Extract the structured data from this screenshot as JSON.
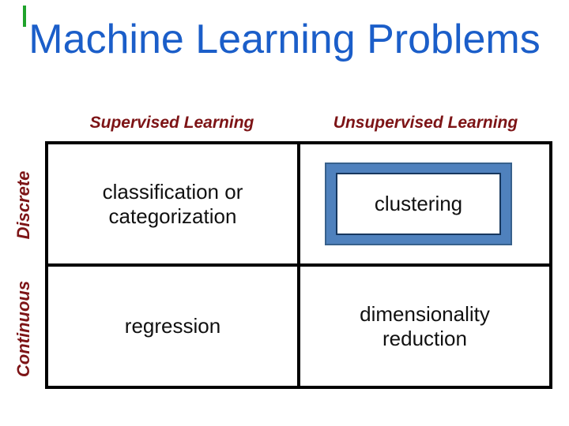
{
  "slide": {
    "title": "Machine Learning Problems",
    "column_headers": [
      "Supervised Learning",
      "Unsupervised Learning"
    ],
    "row_labels": [
      "Discrete",
      "Continuous"
    ],
    "cells": {
      "discrete_supervised": "classification or categorization",
      "discrete_unsupervised": "clustering",
      "continuous_supervised": "regression",
      "continuous_unsupervised": "dimensionality reduction"
    },
    "matrix": {
      "type": "table",
      "columns": [
        "Supervised Learning",
        "Unsupervised Learning"
      ],
      "rows": [
        "Discrete",
        "Continuous"
      ],
      "values": [
        [
          "classification or categorization",
          "clustering"
        ],
        [
          "regression",
          "dimensionality reduction"
        ]
      ],
      "highlighted_cell": "clustering"
    },
    "colors": {
      "title_blue": "#1b5ec9",
      "header_maroon": "#7d1416",
      "grid_line": "#000000",
      "highlight_fill": "#4f81bd",
      "highlight_outline": "#38618c",
      "highlight_inner_border": "#17375e",
      "accent_green": "#1fa32b",
      "background": "#ffffff"
    }
  }
}
